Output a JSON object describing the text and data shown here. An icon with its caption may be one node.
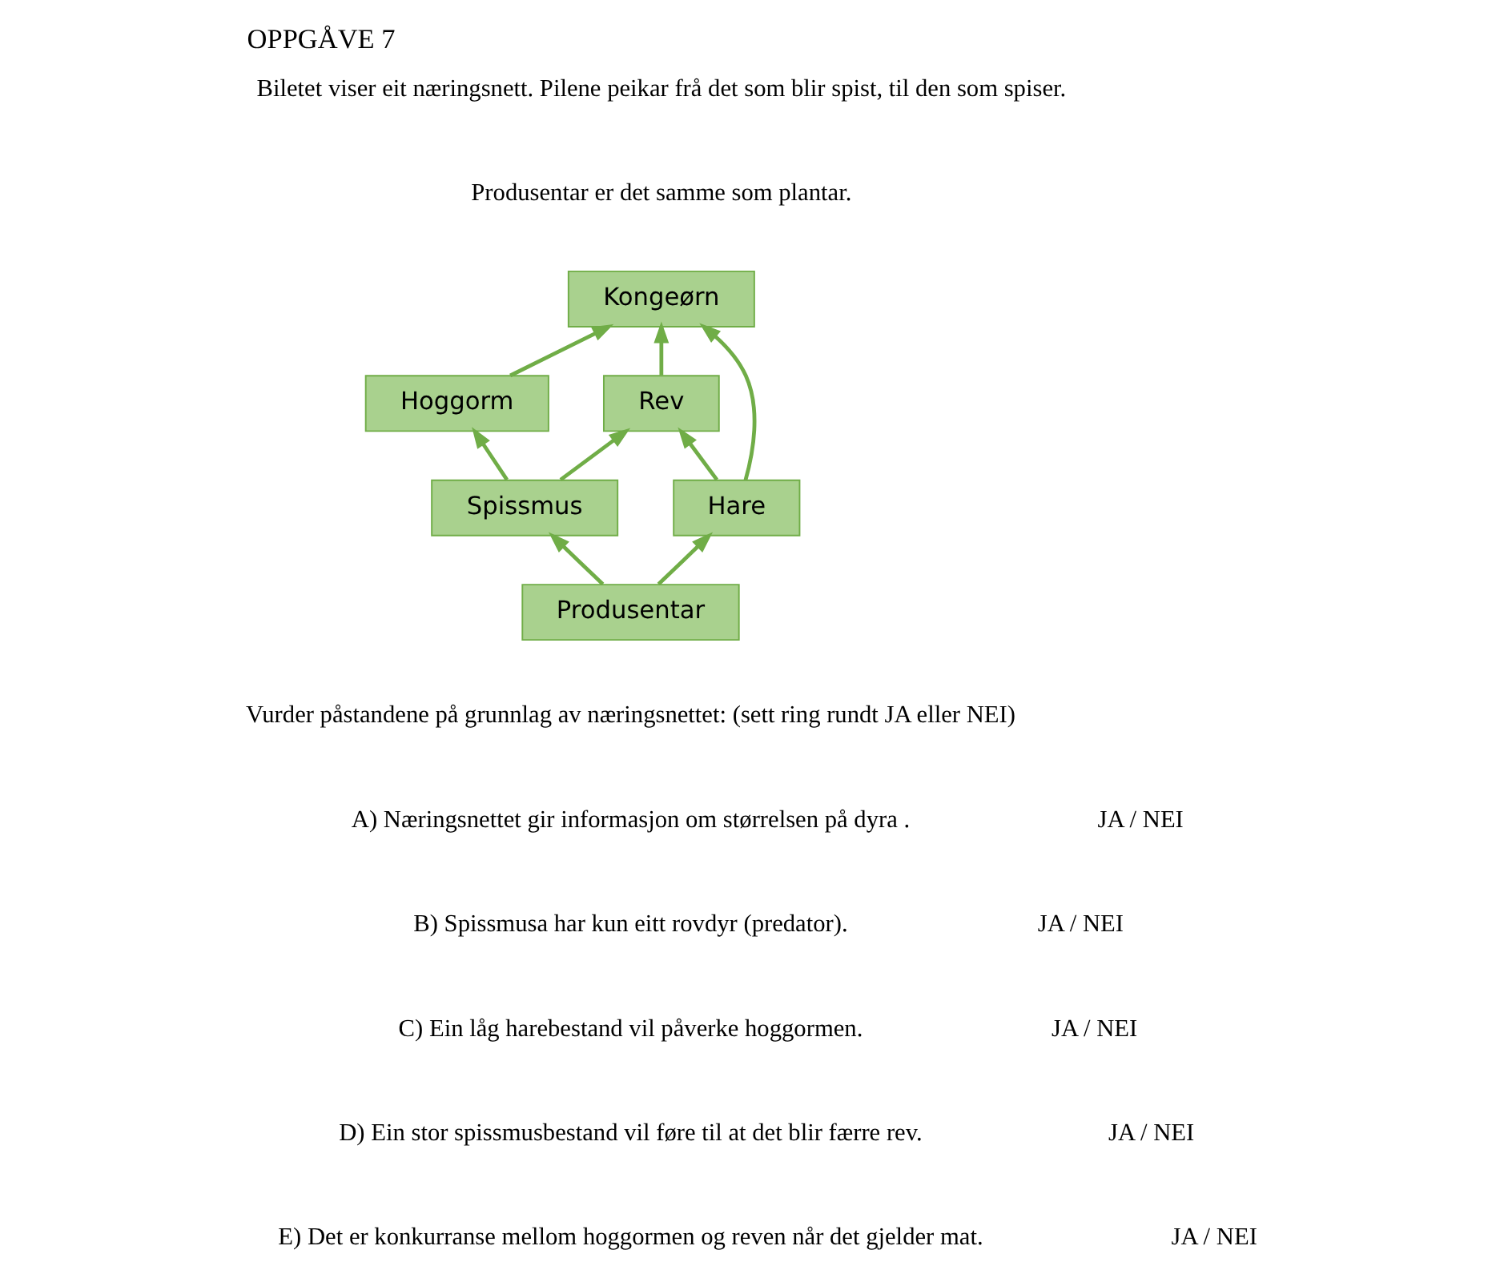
{
  "diagram": {
    "title": "OPPGÅVE 7",
    "nodes": [
      {
        "text": [
          "Kongeørn"
        ]
      },
      {
        "text": [
          "Hoggorm"
        ]
      },
      {
        "text": [
          "Rev"
        ]
      },
      {
        "text": [
          "Spissmus"
        ]
      },
      {
        "text": [
          "Hare"
        ]
      },
      {
        "text": [
          "Produsentar"
        ]
      }
    ],
    "edges": [
      {
        "from": 1,
        "to": 0,
        "arrow": "to"
      },
      {
        "from": 4,
        "to": 0,
        "arrow": "to"
      },
      {
        "from": 2,
        "to": 0,
        "arrow": "to"
      },
      {
        "from": 3,
        "to": 1,
        "arrow": "to"
      },
      {
        "from": 3,
        "to": 2,
        "arrow": "to"
      },
      {
        "from": 4,
        "to": 2,
        "arrow": "to"
      },
      {
        "from": 5,
        "to": 3,
        "arrow": "to"
      },
      {
        "from": 5,
        "to": 4,
        "arrow": "to"
      }
    ],
    "labels": [
      "Biletet viser eit næringsnett. Pilene peikar frå det som blir spist, til den som spiser.",
      "Produsentar er det samme som plantar.",
      "Vurder påstandene på grunnlag av næringsnettet: (sett ring rundt JA eller NEI)",
      "A) Næringsnettet gir informasjon om størrelsen på dyra .",
      "JA / NEI",
      "B) Spissmusa har kun eitt rovdyr (predator).",
      "JA / NEI",
      "C) Ein låg harebestand vil påverke hoggormen.",
      "JA / NEI",
      "D) Ein stor spissmusbestand vil føre til at det blir færre rev.",
      "JA / NEI",
      "E) Det er konkurranse mellom hoggormen og reven når det gjelder mat.",
      "JA / NEI"
    ]
  }
}
